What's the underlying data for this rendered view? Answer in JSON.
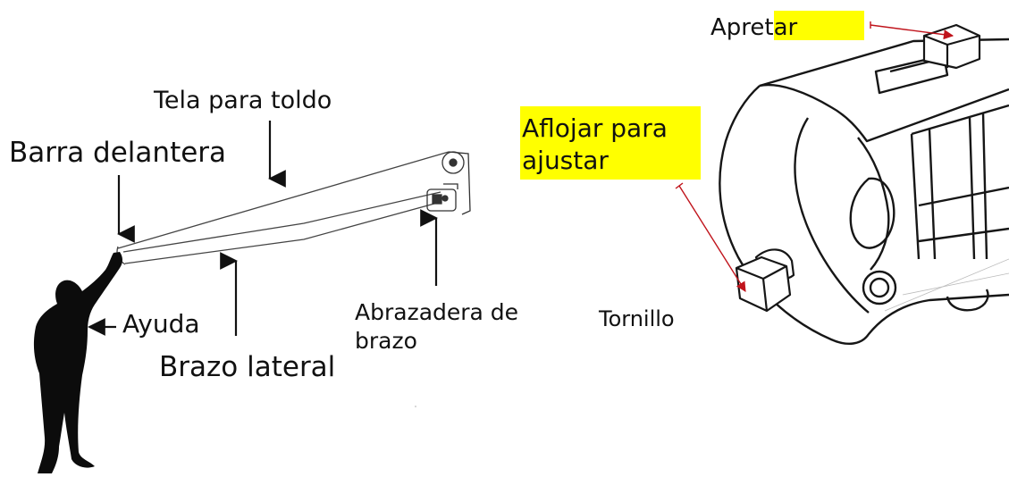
{
  "awning_diagram": {
    "labels": {
      "fabric": "Tela para toldo",
      "front_bar": "Barra delantera",
      "helper": "Ayuda",
      "side_arm": "Brazo lateral",
      "arm_clamp_line1": "Abrazadera de",
      "arm_clamp_line2": "brazo"
    }
  },
  "bracket_detail": {
    "labels": {
      "tighten": "Apretar",
      "loosen_line1": "Aflojar para",
      "loosen_line2": "ajustar",
      "bolt": "Tornillo"
    },
    "highlight_color": "#ffff00",
    "arrow_color": "#c0141c"
  }
}
